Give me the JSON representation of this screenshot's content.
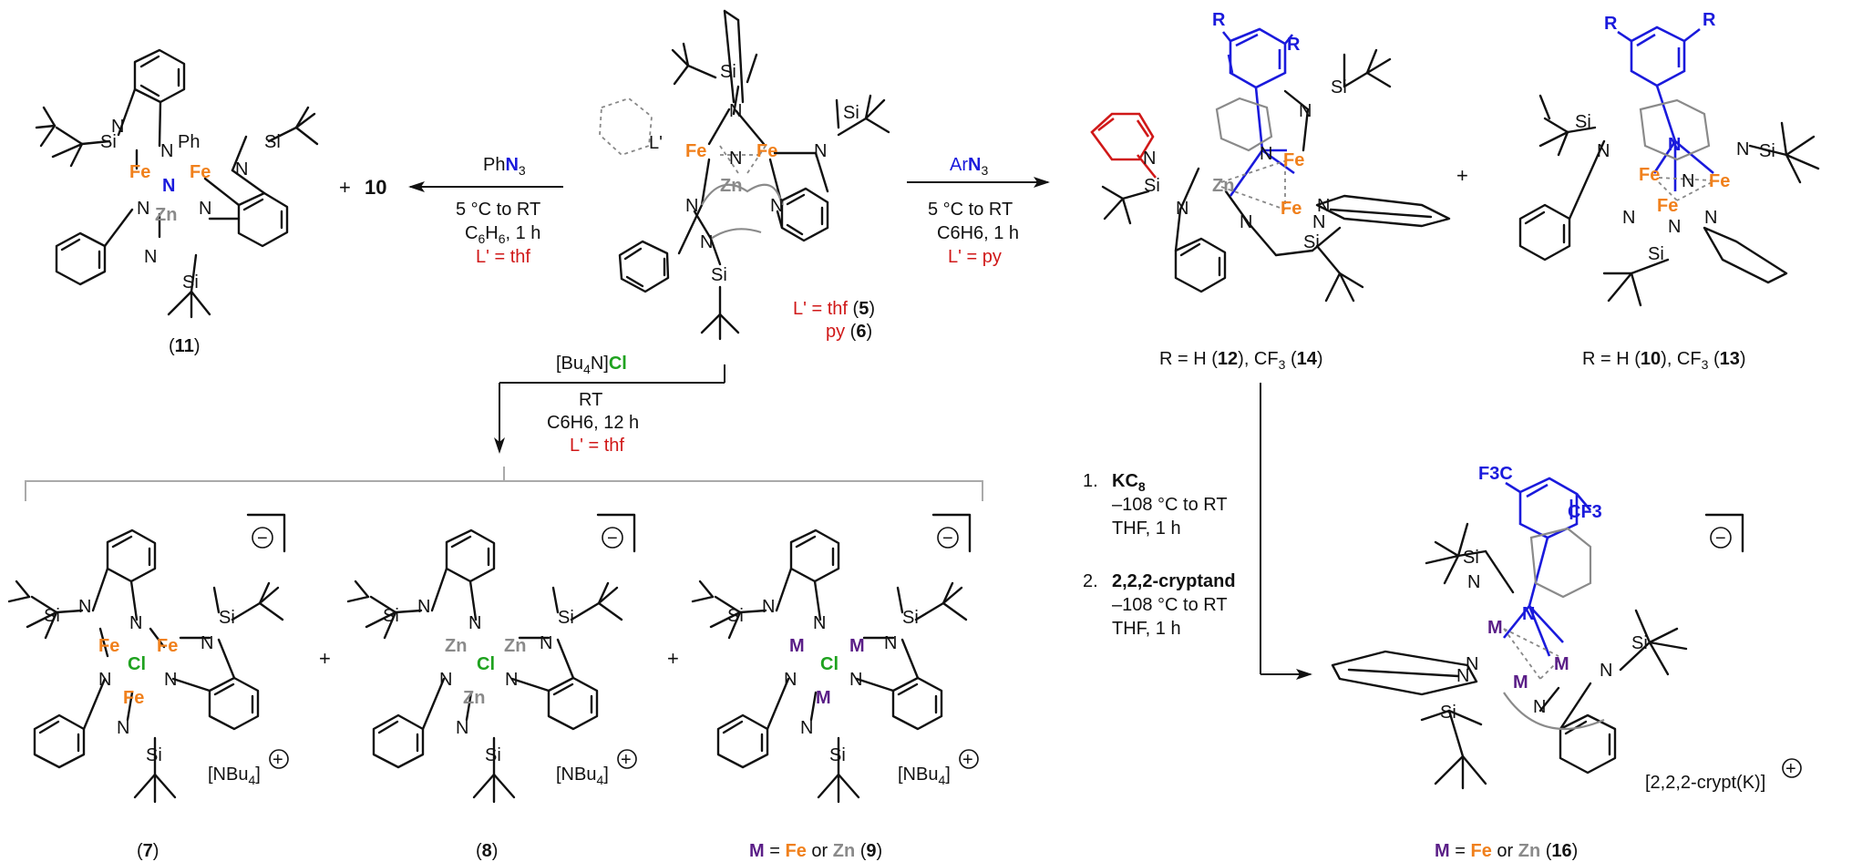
{
  "compounds": {
    "start": {
      "label": "L' = thf (5)",
      "l_thf": "L' = thf",
      "n5": "5",
      "py": "py",
      "n6": "6"
    },
    "c11": {
      "number": "11"
    },
    "c7": {
      "number": "7"
    },
    "c8": {
      "number": "8"
    },
    "c9": {
      "m": "M",
      "eq": "=",
      "fe": "Fe",
      "or": "or",
      "zn": "Zn",
      "number": "9"
    },
    "c12_14": {
      "text": "R = H (12), CF3 (14)",
      "r": "R = H (",
      "n12": "12",
      "mid": "), CF",
      "sub3": "3",
      "n14": "14"
    },
    "c10_13": {
      "r": "R = H (",
      "n10": "10",
      "mid": "), CF",
      "sub3": "3",
      "n13": "13"
    },
    "c16": {
      "m": "M",
      "eq": "=",
      "fe": "Fe",
      "or": "or",
      "zn": "Zn",
      "number": "16"
    }
  },
  "reactions": {
    "left": {
      "reagent_pre": "Ph",
      "reagent_n3": "N",
      "reagent_sub": "3",
      "temp": "5 °C to RT",
      "solvent_pre": "C",
      "solvent_sub1": "6",
      "solvent_h": "H",
      "solvent_sub2": "6",
      "time": ", 1 h",
      "ligand": "L' = thf",
      "plus": "+",
      "product_extra": "10"
    },
    "right": {
      "reagent_pre": "Ar",
      "reagent_n3": "N",
      "reagent_sub": "3",
      "temp": "5 °C to RT",
      "solvent_time": "C6H6, 1 h",
      "ligand": "L' = py",
      "plus": "+"
    },
    "down": {
      "reagent": "[Bu4N]Cl",
      "reag_a": "[Bu",
      "reag_sub": "4",
      "reag_b": "N]",
      "reag_cl": "Cl",
      "temp": "RT",
      "solvent_time": "C6H6, 12 h",
      "ligand": "L' = thf"
    },
    "reduction": {
      "step1_num": "1.",
      "step1_reagent": "KC",
      "step1_sub": "8",
      "step1_temp": "–108 °C to RT",
      "step1_solvent": "THF, 1 h",
      "step2_num": "2.",
      "step2_reagent": "2,2,2-cryptand",
      "step2_temp": "–108 °C to RT",
      "step2_solvent": "THF, 1 h"
    }
  },
  "counterions": {
    "nbu4_a": "[NBu",
    "nbu4_sub": "4",
    "nbu4_b": "]",
    "crypt": "[2,2,2-crypt(K)]",
    "plus_sign": "+",
    "minus_sign": "−"
  },
  "atoms": {
    "fe": "Fe",
    "zn": "Zn",
    "n": "N",
    "si": "Si",
    "cl": "Cl",
    "m": "M",
    "ph": "Ph",
    "r": "R",
    "l": "L'",
    "f3c": "F3C",
    "cf3": "CF3"
  },
  "colors": {
    "fe": "#f0801c",
    "zn": "#8a8a8a",
    "n_azide": "#1a1adc",
    "cl": "#1fa21f",
    "m": "#5a1e87",
    "ligand": "#d01818"
  }
}
